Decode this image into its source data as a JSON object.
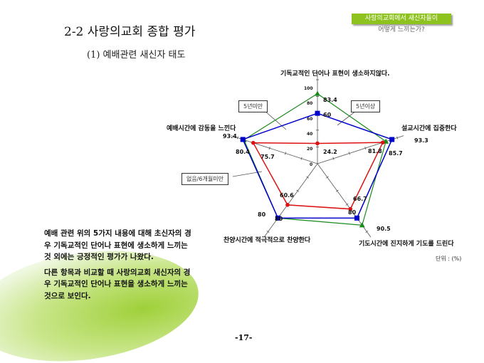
{
  "header": {
    "title": "2-2 사랑의교회 종합 평가",
    "subtitle": "(1) 예배관련 새신자 태도",
    "badge_line1": "사랑의교회에서 새신자들이",
    "badge_line2": "어떻게 느끼는가?"
  },
  "notes": {
    "p1": "예배 관련 위의 5가지 내용에 대해 초신자의 경우 기독교적인 단어나 표현에 생소하게 느끼는 것 외에는 긍정적인 평가가 나왔다.",
    "p2": "다른 항목과 비교할 때 사랑의교회 새신자의 경우 기독교적인 단어나 표현을 생소하게 느끼는 것으로 보인다."
  },
  "page_number": "-17-",
  "chart_data": {
    "type": "radar",
    "axes": [
      "기독교적인 단어나 표현이 생소하지않다.",
      "설교시간에 집중한다",
      "기도시간에 진지하게 기도를 드린다",
      "찬양시간에 적극적으로 찬양한다",
      "예배시간에 감동을 느낀다"
    ],
    "range": [
      0,
      100
    ],
    "ticks": [
      "0",
      "20",
      "40",
      "60",
      "80",
      "100"
    ],
    "unit": "단위 : (%)",
    "series": [
      {
        "name": "5년미만",
        "color": "#0000cc",
        "marker": "square",
        "values": [
          60,
          93.3,
          80,
          80,
          93.4
        ]
      },
      {
        "name": "5년이상",
        "color": "#1a8a1a",
        "marker": "triangle",
        "values": [
          83.4,
          85.7,
          90.5,
          80,
          92
        ]
      },
      {
        "name": "없음/6개월미만",
        "color": "#dd1111",
        "marker": "circle",
        "values": [
          24.2,
          81.8,
          66.7,
          60.6,
          80.4
        ]
      }
    ],
    "data_labels": [
      "83.4",
      "60",
      "24.2",
      "93.3",
      "81.8",
      "85.7",
      "80",
      "66.7",
      "90.5",
      "60.6",
      "80",
      "80",
      "93.4",
      "80.4",
      "75.7"
    ]
  }
}
